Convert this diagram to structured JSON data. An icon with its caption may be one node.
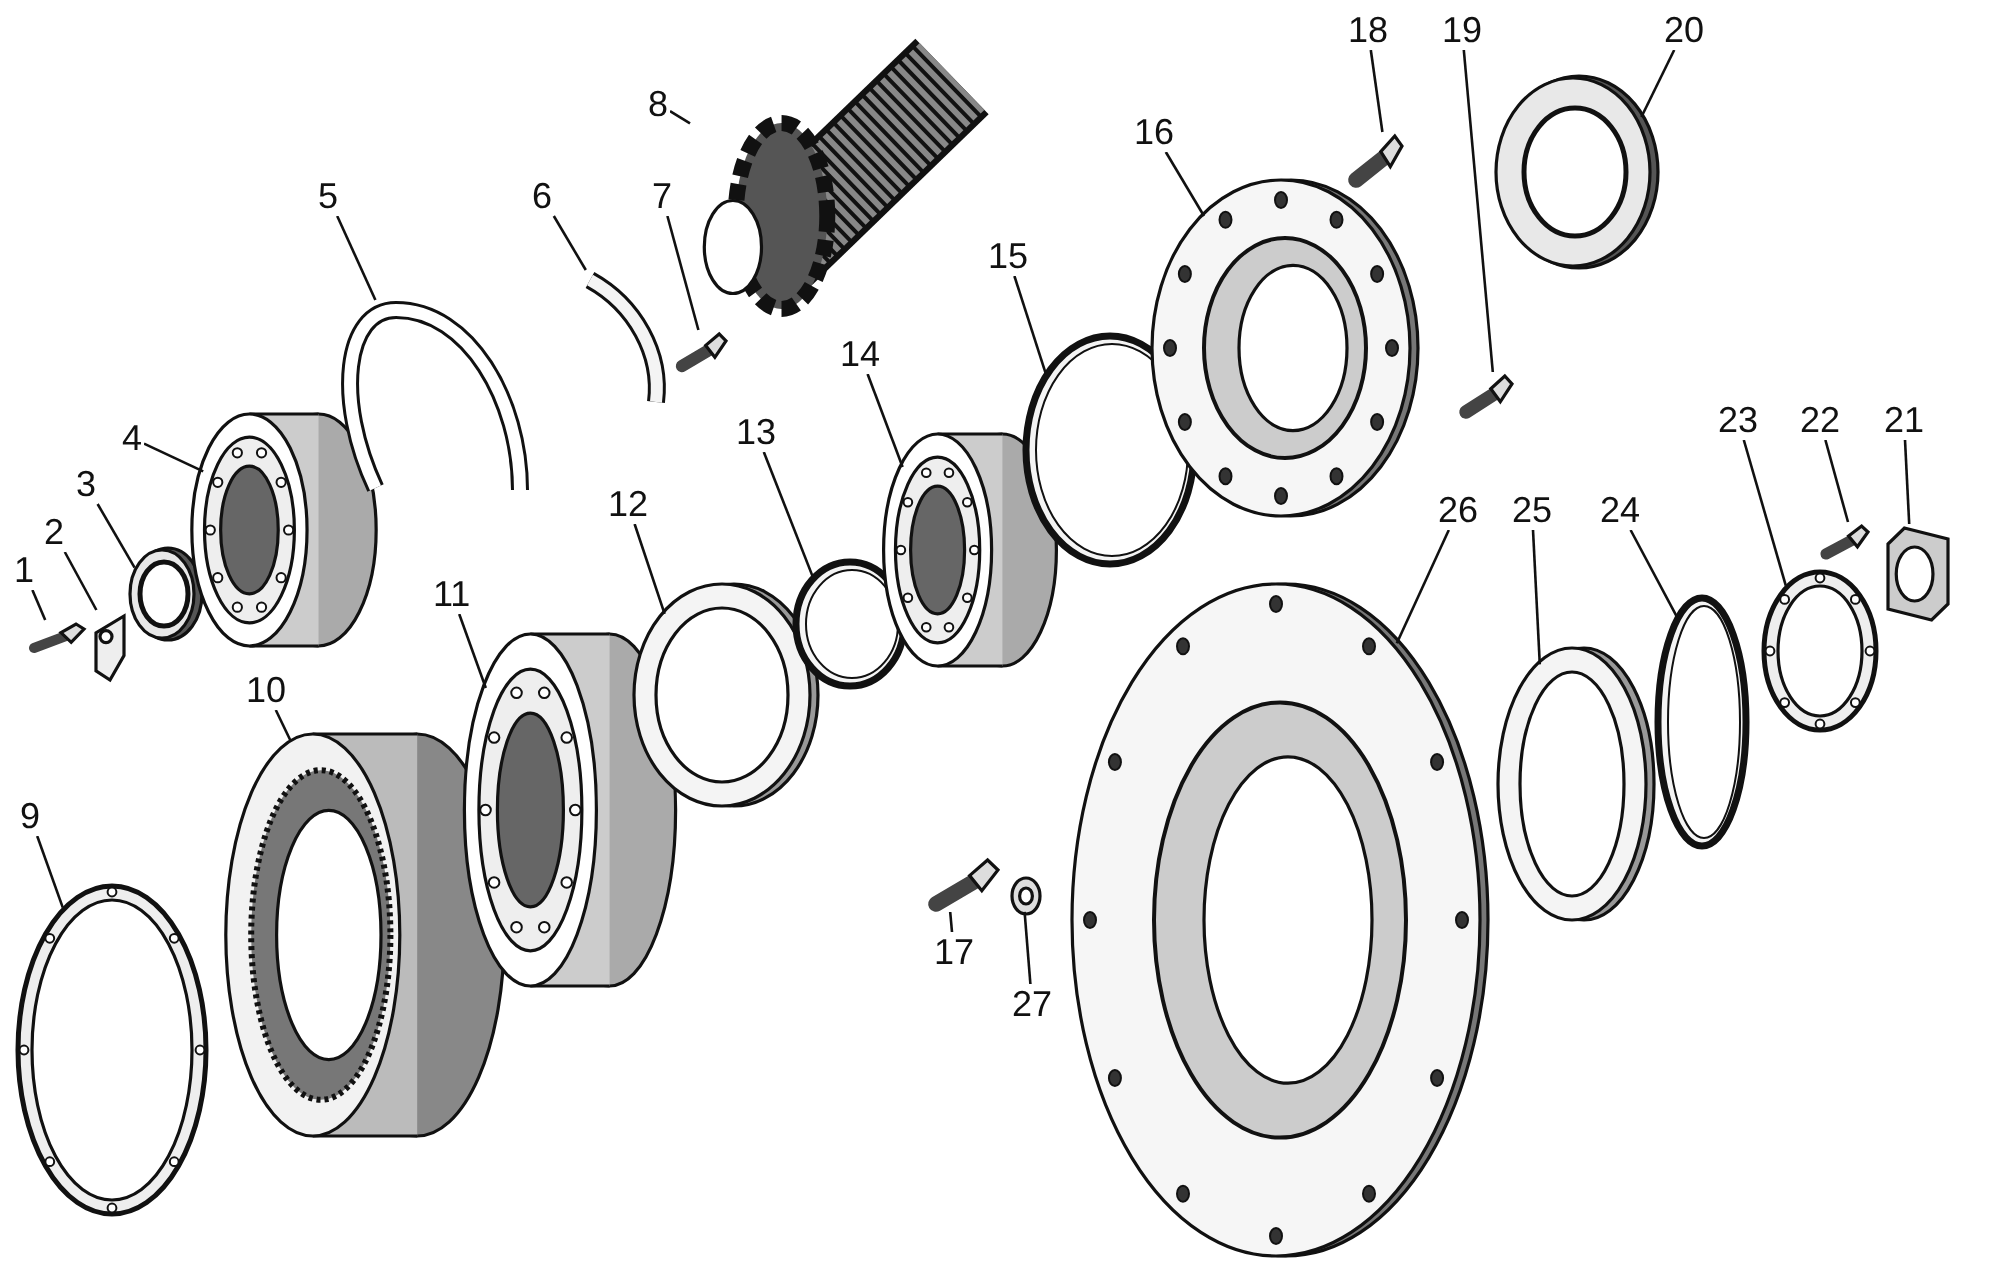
{
  "diagram": {
    "nodes": [
      {
        "text": [
          "1"
        ]
      },
      {
        "text": [
          "2"
        ]
      },
      {
        "text": [
          "3"
        ]
      },
      {
        "text": [
          "4"
        ]
      },
      {
        "text": [
          "5"
        ]
      },
      {
        "text": [
          "6"
        ]
      },
      {
        "text": [
          "7"
        ]
      },
      {
        "text": [
          "8"
        ]
      },
      {
        "text": [
          "9"
        ]
      },
      {
        "text": [
          "10"
        ]
      },
      {
        "text": [
          "11"
        ]
      },
      {
        "text": [
          "12"
        ]
      },
      {
        "text": [
          "13"
        ]
      },
      {
        "text": [
          "14"
        ]
      },
      {
        "text": [
          "15"
        ]
      },
      {
        "text": [
          "16"
        ]
      },
      {
        "text": [
          "17"
        ]
      },
      {
        "text": [
          "18"
        ]
      },
      {
        "text": [
          "19"
        ]
      },
      {
        "text": [
          "20"
        ]
      },
      {
        "text": [
          "21"
        ]
      },
      {
        "text": [
          "22"
        ]
      },
      {
        "text": [
          "23"
        ]
      },
      {
        "text": [
          "24"
        ]
      },
      {
        "text": [
          "25"
        ]
      },
      {
        "text": [
          "26"
        ]
      },
      {
        "text": [
          "27"
        ]
      },
      {
        "text": [],
        "shape": "picture"
      },
      {
        "text": [],
        "shape": "picture"
      },
      {
        "text": [],
        "shape": "picture"
      },
      {
        "text": [],
        "shape": "picture"
      },
      {
        "text": [],
        "shape": "picture"
      },
      {
        "text": [],
        "shape": "picture"
      },
      {
        "text": [],
        "shape": "picture"
      },
      {
        "text": [],
        "shape": "picture"
      },
      {
        "text": [],
        "shape": "picture"
      },
      {
        "text": [],
        "shape": "picture"
      },
      {
        "text": [],
        "shape": "picture"
      },
      {
        "text": [],
        "shape": "picture"
      },
      {
        "text": [],
        "shape": "picture"
      },
      {
        "text": [],
        "shape": "picture"
      },
      {
        "text": [],
        "shape": "picture"
      },
      {
        "text": [],
        "shape": "picture"
      },
      {
        "text": [],
        "shape": "picture"
      },
      {
        "text": [],
        "shape": "picture"
      },
      {
        "text": [],
        "shape": "picture"
      },
      {
        "text": [],
        "shape": "picture"
      },
      {
        "text": [],
        "shape": "picture"
      },
      {
        "text": [],
        "shape": "picture"
      },
      {
        "text": [],
        "shape": "picture"
      },
      {
        "text": [],
        "shape": "picture"
      },
      {
        "text": [],
        "shape": "picture"
      },
      {
        "text": [],
        "shape": "picture"
      },
      {
        "text": [],
        "shape": "picture"
      }
    ],
    "edges": [
      {
        "from": 0,
        "to": 27,
        "arrow": "none"
      },
      {
        "from": 1,
        "to": 28,
        "arrow": "none"
      },
      {
        "from": 2,
        "to": 29,
        "arrow": "none"
      },
      {
        "from": 3,
        "to": 30,
        "arrow": "none"
      },
      {
        "from": 4,
        "to": 31,
        "arrow": "none"
      },
      {
        "from": 5,
        "to": 32,
        "arrow": "none"
      },
      {
        "from": 6,
        "to": 33,
        "arrow": "none"
      },
      {
        "from": 7,
        "to": 34,
        "arrow": "none"
      },
      {
        "from": 8,
        "to": 35,
        "arrow": "none"
      },
      {
        "from": 9,
        "to": 36,
        "arrow": "none"
      },
      {
        "from": 10,
        "to": 37,
        "arrow": "none"
      },
      {
        "from": 11,
        "to": 38,
        "arrow": "none"
      },
      {
        "from": 12,
        "to": 39,
        "arrow": "none"
      },
      {
        "from": 13,
        "to": 40,
        "arrow": "none"
      },
      {
        "from": 14,
        "to": 41,
        "arrow": "none"
      },
      {
        "from": 15,
        "to": 42,
        "arrow": "none"
      },
      {
        "from": 16,
        "to": 43,
        "arrow": "none"
      },
      {
        "from": 17,
        "to": 44,
        "arrow": "none"
      },
      {
        "from": 18,
        "to": 45,
        "arrow": "none"
      },
      {
        "from": 19,
        "to": 46,
        "arrow": "none"
      },
      {
        "from": 20,
        "to": 47,
        "arrow": "none"
      },
      {
        "from": 21,
        "to": 48,
        "arrow": "none"
      },
      {
        "from": 22,
        "to": 49,
        "arrow": "none"
      },
      {
        "from": 23,
        "to": 50,
        "arrow": "none"
      },
      {
        "from": 24,
        "to": 51,
        "arrow": "none"
      },
      {
        "from": 25,
        "to": 52,
        "arrow": "none"
      },
      {
        "from": 26,
        "to": 53,
        "arrow": "none"
      }
    ]
  }
}
